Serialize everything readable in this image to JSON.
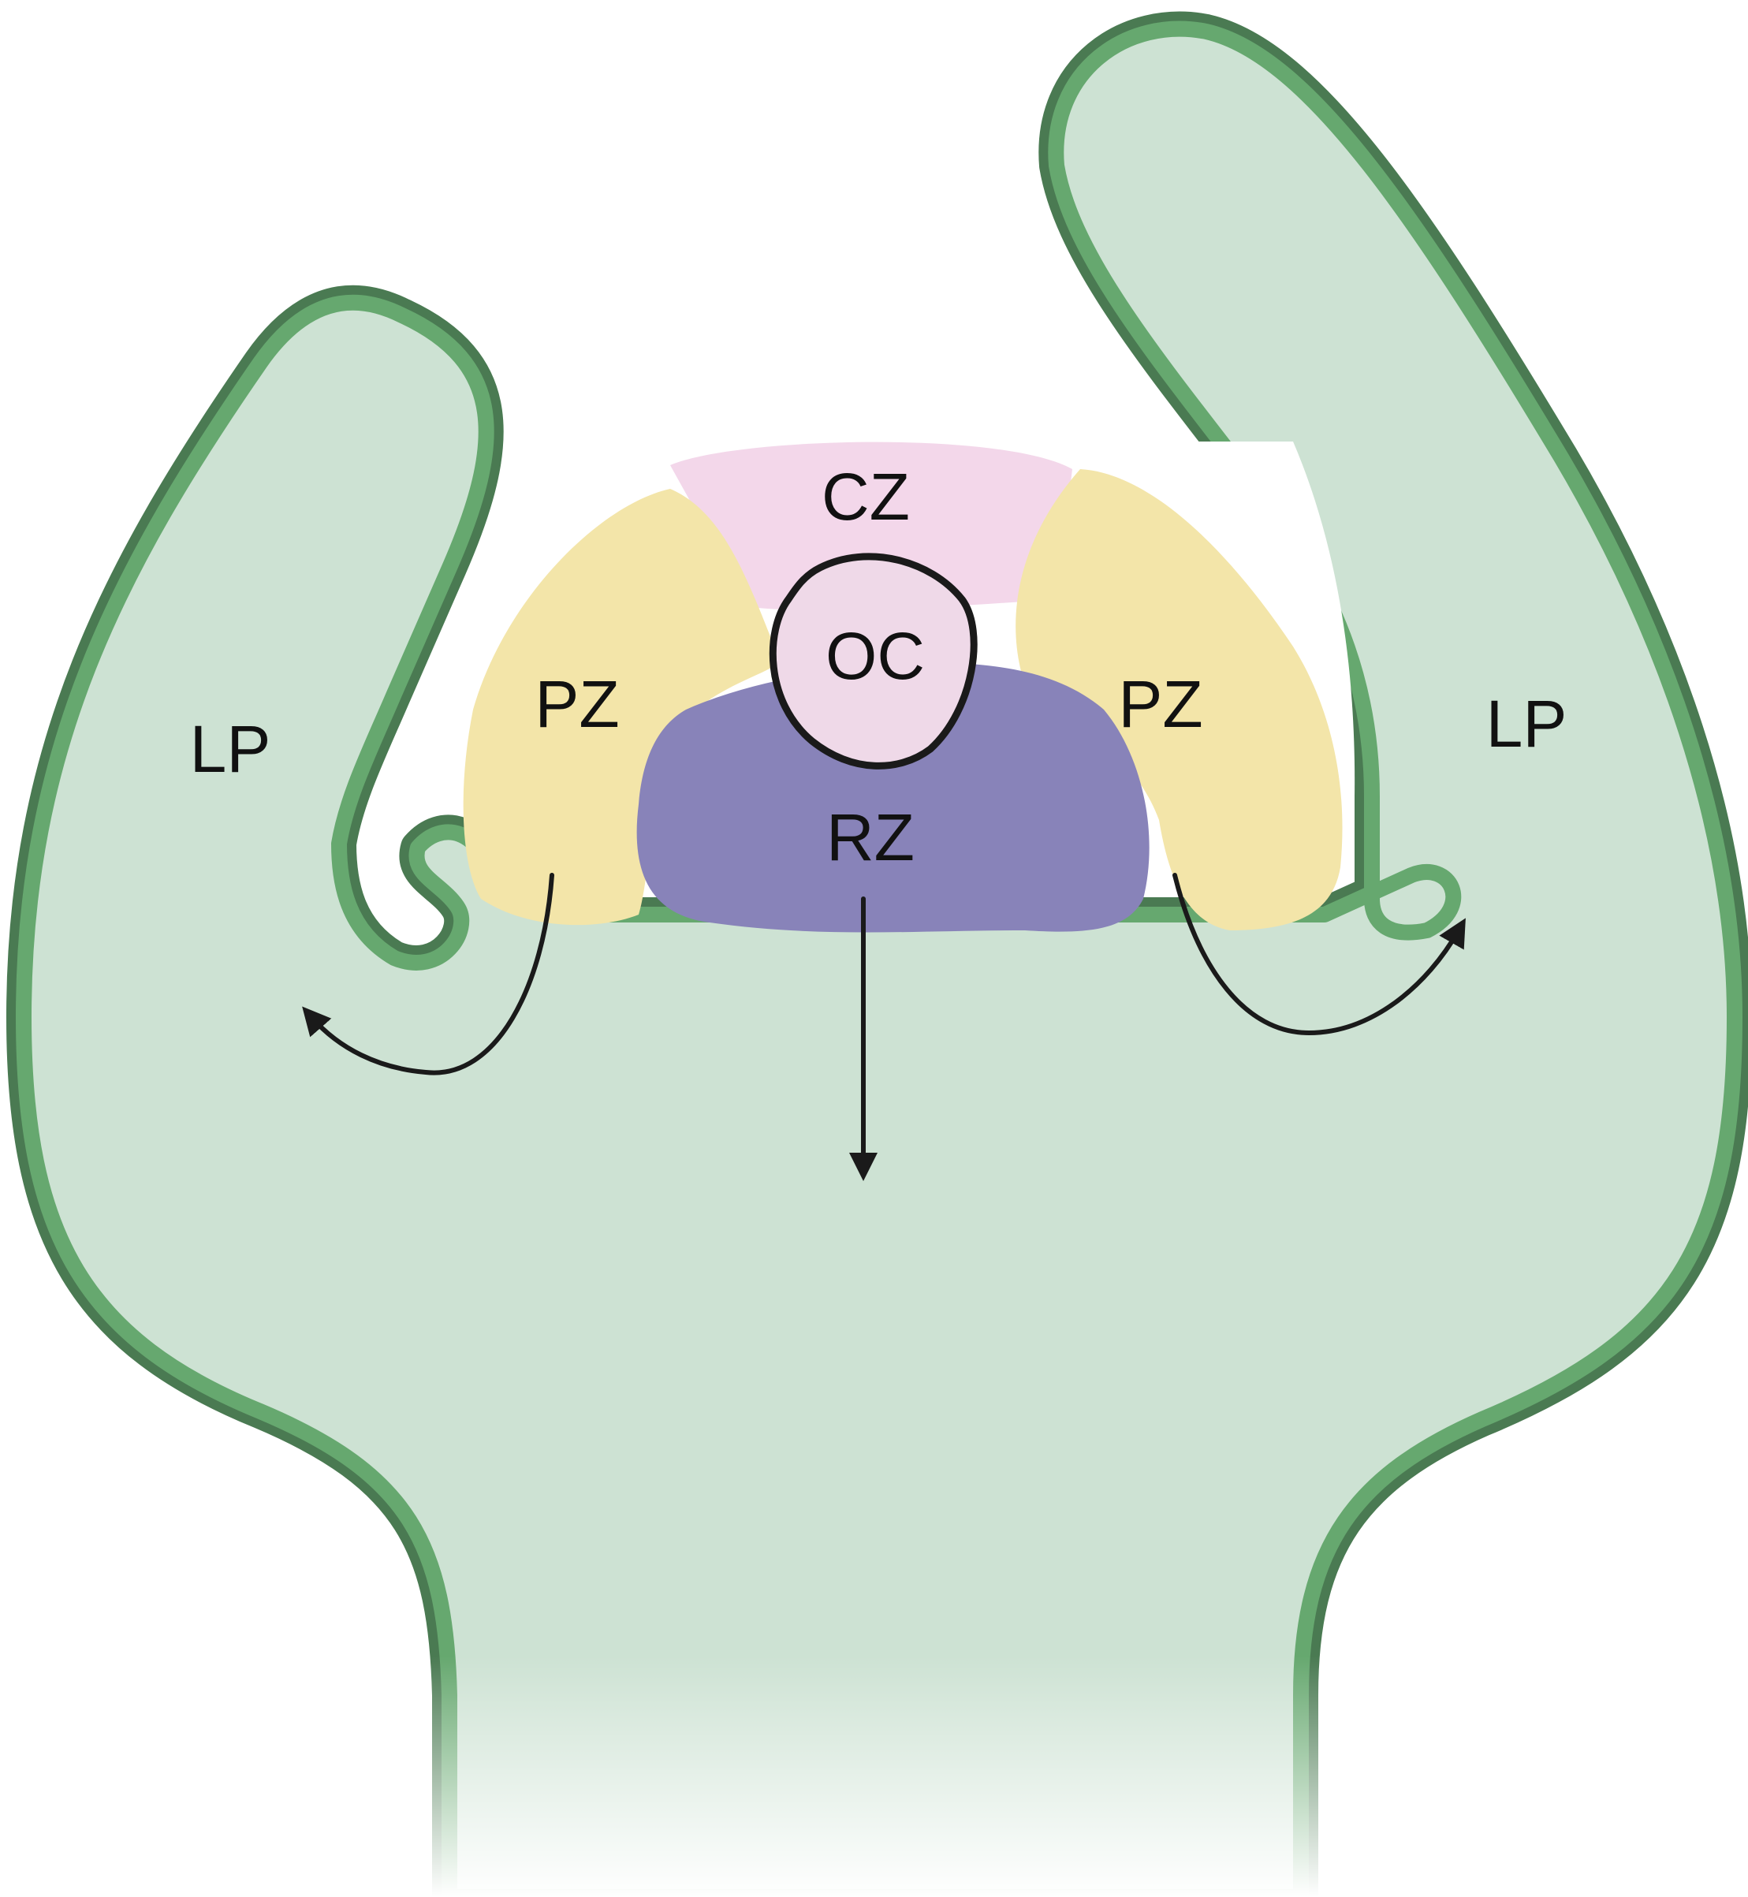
{
  "labels": {
    "left_primordium": "LP",
    "right_primordium": "LP",
    "left_peripheral_zone": "PZ",
    "right_peripheral_zone": "PZ",
    "central_zone": "CZ",
    "organizing_center": "OC",
    "rib_zone": "RZ"
  },
  "colors": {
    "outline_dark": "#4a7a52",
    "outline_light": "#66a86f",
    "tissue": "#cde2d3",
    "central_zone": "#f3d7ea",
    "organizing_center": "#efd9e8",
    "peripheral_zone": "#f3e5a9",
    "rib_zone": "#8883b9",
    "arrow": "#1a1a1a"
  }
}
